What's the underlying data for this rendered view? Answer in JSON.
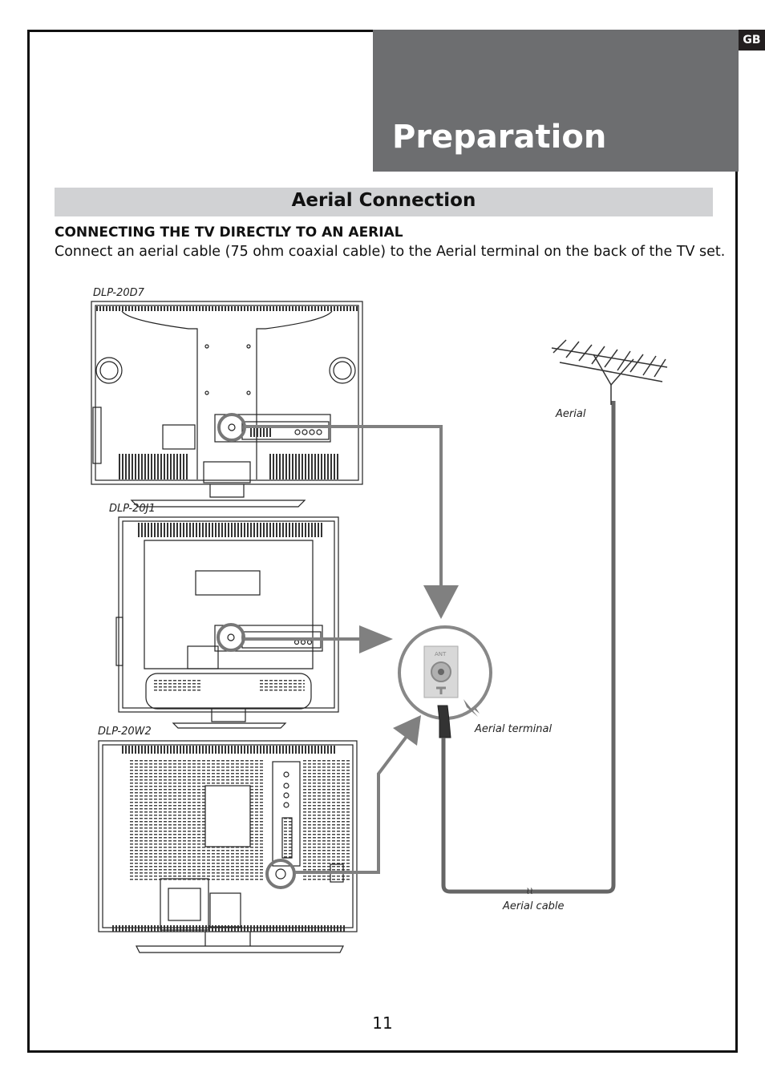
{
  "header": {
    "title": "Preparation",
    "lang_badge": "GB"
  },
  "section": {
    "title": "Aerial Connection",
    "subheading": "CONNECTING THE TV DIRECTLY TO AN AERIAL",
    "body": "Connect an aerial cable (75 ohm coaxial cable) to the Aerial terminal on the back of the TV set."
  },
  "diagram": {
    "models": [
      "DLP-20D7",
      "DLP-20J1",
      "DLP-20W2"
    ],
    "labels": {
      "aerial": "Aerial",
      "aerial_terminal": "Aerial terminal",
      "aerial_cable": "Aerial cable",
      "terminal_text": "ANT"
    }
  },
  "footer": {
    "page_number": "11"
  }
}
